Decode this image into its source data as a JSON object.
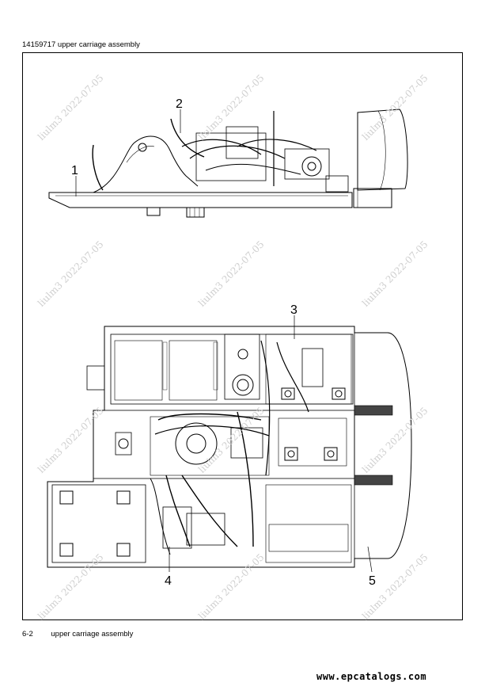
{
  "header": {
    "text": "14159717   upper carriage assembly"
  },
  "footer": {
    "page": "6-2",
    "title": "upper carriage assembly"
  },
  "site": "www.epcatalogs.com",
  "watermark": "liulm3 2022-07-05",
  "callouts": {
    "c1": "1",
    "c2": "2",
    "c3": "3",
    "c4": "4",
    "c5": "5"
  }
}
